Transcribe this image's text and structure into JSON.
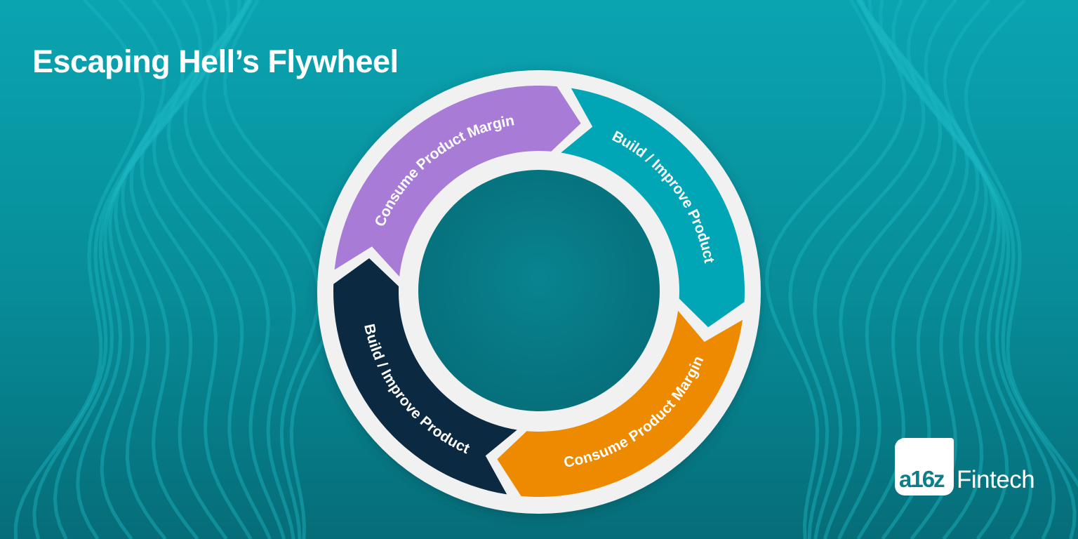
{
  "title": "Escaping Hell’s Flywheel",
  "colors": {
    "background_top": "#0aa4b1",
    "background_bottom": "#066d78",
    "ring": "#f1f1f1",
    "center": "#08808c"
  },
  "segments": [
    {
      "label": "Consume Product Margin",
      "color": "#a77bd6"
    },
    {
      "label": "Build / Improve Product",
      "color": "#00a6b5"
    },
    {
      "label": "Consume Product Margin",
      "color": "#ee8a00"
    },
    {
      "label": "Build / Improve Product",
      "color": "#0b2a42"
    }
  ],
  "logo": {
    "mark": "a16z",
    "text": "Fintech"
  }
}
